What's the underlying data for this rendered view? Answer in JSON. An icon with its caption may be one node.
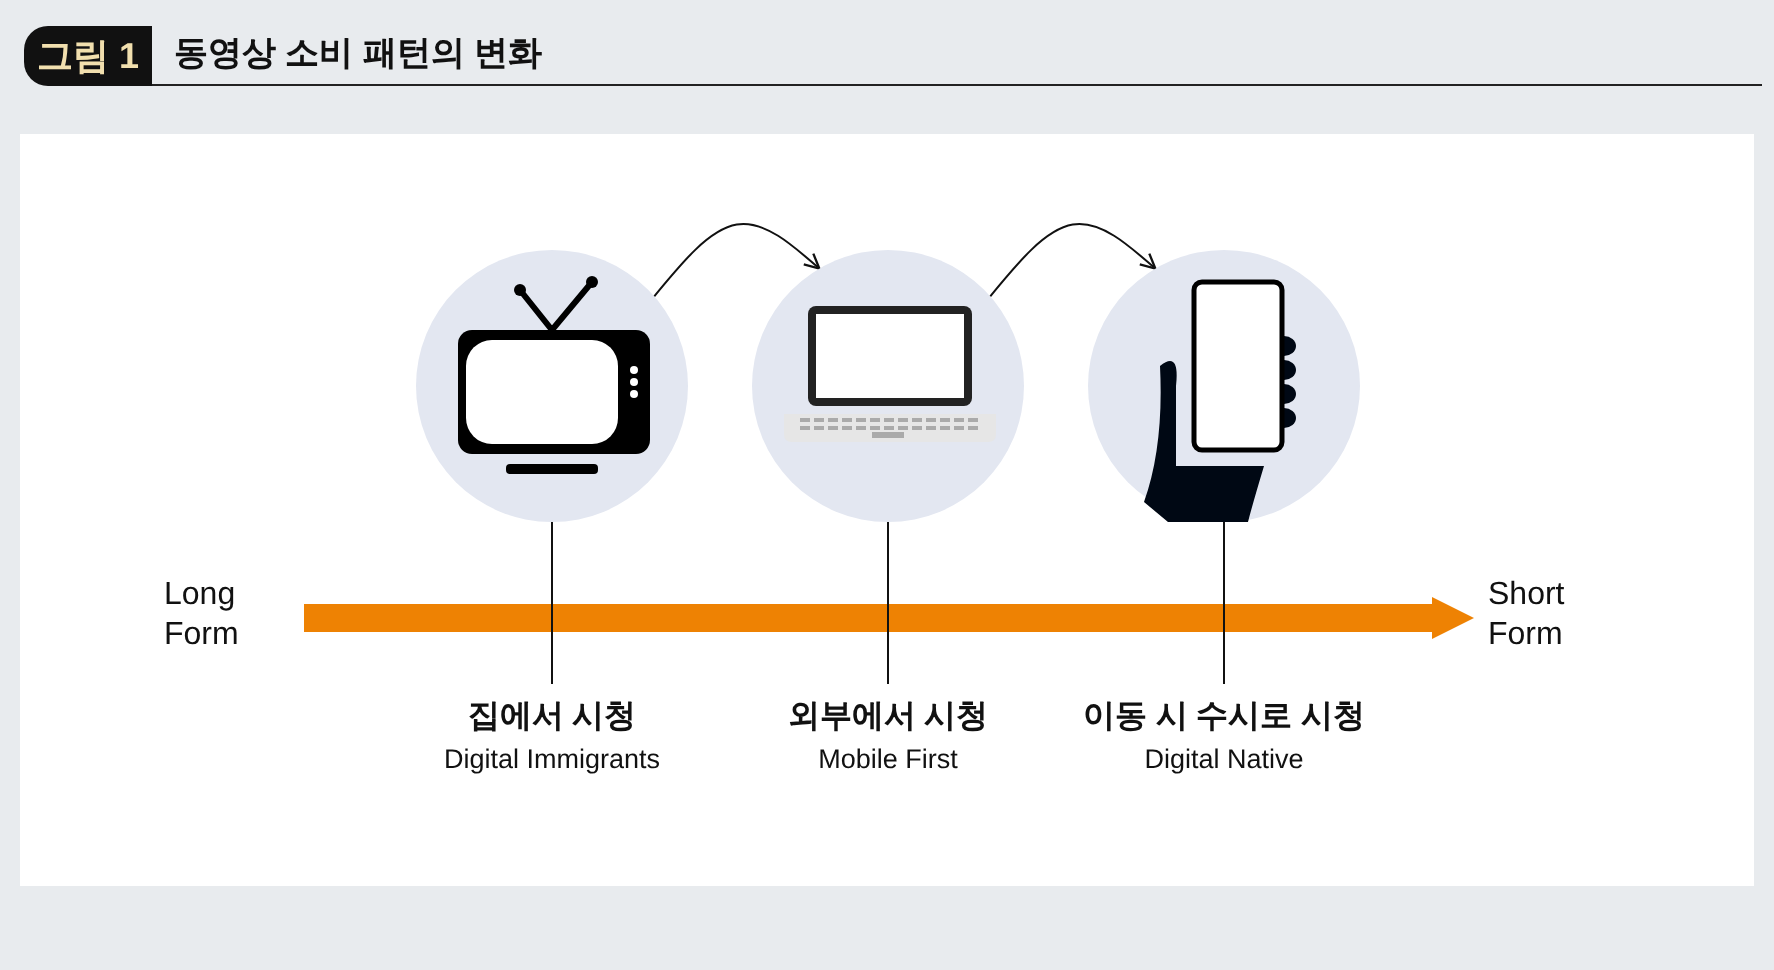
{
  "diagram": {
    "title": "동영상 소비 패턴의 변화",
    "nodes": [
      {
        "text": [
          "Long Form"
        ]
      },
      {
        "text": [
          "Short Form"
        ]
      },
      {
        "text": [],
        "shape": "circle"
      },
      {
        "text": [],
        "shape": "circle"
      },
      {
        "text": [],
        "shape": "circle"
      },
      {
        "text": [
          "집에서 시청",
          "Digital Immigrants"
        ]
      },
      {
        "text": [
          "외부에서 시청",
          "Mobile First"
        ]
      },
      {
        "text": [
          "이동 시 수시로 시청",
          "Digital Native"
        ]
      }
    ],
    "edges": [
      {
        "from": 0,
        "to": 1,
        "arrow": "to",
        "style": "thick",
        "color": "#ee8203"
      },
      {
        "from": 2,
        "to": 3,
        "arrow": "to"
      },
      {
        "from": 3,
        "to": 4,
        "arrow": "to"
      },
      {
        "from": 2,
        "to": 5,
        "arrow": "none"
      },
      {
        "from": 3,
        "to": 6,
        "arrow": "none"
      },
      {
        "from": 4,
        "to": 7,
        "arrow": "none"
      }
    ],
    "labels": [
      "그림 1"
    ]
  }
}
